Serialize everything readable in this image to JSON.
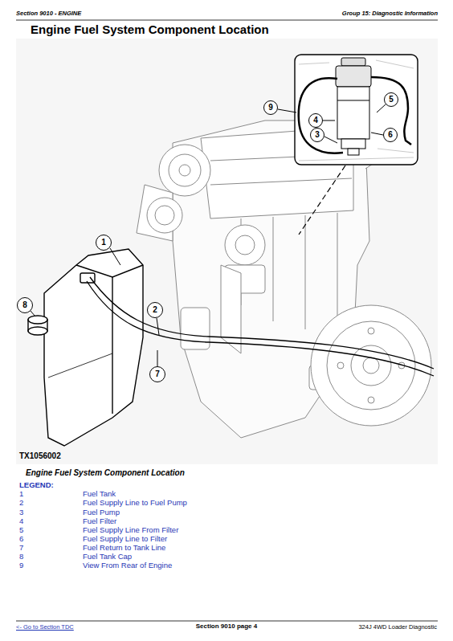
{
  "diagram": {
    "title": "Engine Fuel System Component Location",
    "caption": "Engine Fuel System Component Location",
    "nodes": [
      {
        "text": [
          "5"
        ]
      },
      {
        "text": [
          "9"
        ]
      },
      {
        "text": [
          "4"
        ]
      },
      {
        "text": [
          "3"
        ]
      },
      {
        "text": [
          "6"
        ]
      },
      {
        "text": [
          "1"
        ]
      },
      {
        "text": [
          "8"
        ]
      },
      {
        "text": [
          "2"
        ]
      },
      {
        "text": [
          "7"
        ]
      }
    ],
    "labels": [
      "Section 9010 - ENGINE",
      "Group 15: Diagnostic Information",
      "TX1056002",
      "LEGEND:",
      "1",
      "Fuel Tank",
      "2",
      "Fuel Supply Line to Fuel Pump",
      "3",
      "Fuel Pump",
      "4",
      "Fuel Filter",
      "5",
      "Fuel Supply Line From Filter",
      "6",
      "Fuel Supply Line to Filter",
      "7",
      "Fuel Return to Tank Line",
      "8",
      "Fuel Tank Cap",
      "9",
      "View From Rear of Engine",
      "<- Go to Section TDC",
      "Section 9010 page 4",
      "324J 4WD Loader Diagnostic"
    ]
  }
}
